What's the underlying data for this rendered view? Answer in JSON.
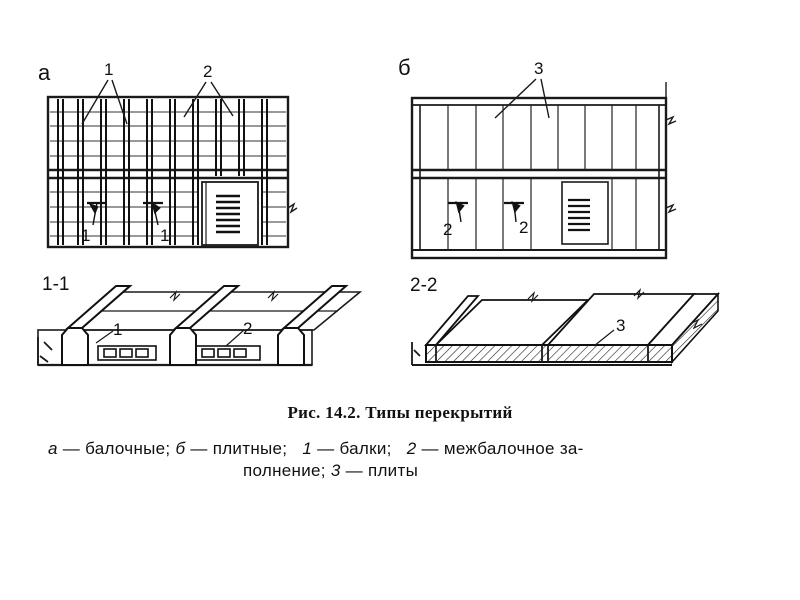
{
  "panels": {
    "a": {
      "letter": "а",
      "callouts": [
        "1",
        "2"
      ],
      "section_marks": [
        "1",
        "1"
      ]
    },
    "b": {
      "letter": "б",
      "callouts": [
        "3"
      ],
      "section_marks": [
        "2",
        "2"
      ]
    }
  },
  "sections": {
    "s11": {
      "label": "1-1",
      "callouts": [
        "1",
        "2"
      ]
    },
    "s22": {
      "label": "2-2",
      "callouts": [
        "3"
      ]
    }
  },
  "caption": {
    "title": "Рис. 14.2. Типы перекрытий",
    "line1": [
      {
        "t": "а",
        "italic": true
      },
      {
        "t": " — балочные; ",
        "italic": false
      },
      {
        "t": "б",
        "italic": true
      },
      {
        "t": " — плитные;   ",
        "italic": false
      },
      {
        "t": "1",
        "italic": true
      },
      {
        "t": " — балки;   ",
        "italic": false
      },
      {
        "t": "2",
        "italic": true
      },
      {
        "t": " — межбалочное за-",
        "italic": false
      }
    ],
    "line2": [
      {
        "t": "полнение; ",
        "italic": false
      },
      {
        "t": "3",
        "italic": true
      },
      {
        "t": " — плиты",
        "italic": false
      }
    ]
  }
}
